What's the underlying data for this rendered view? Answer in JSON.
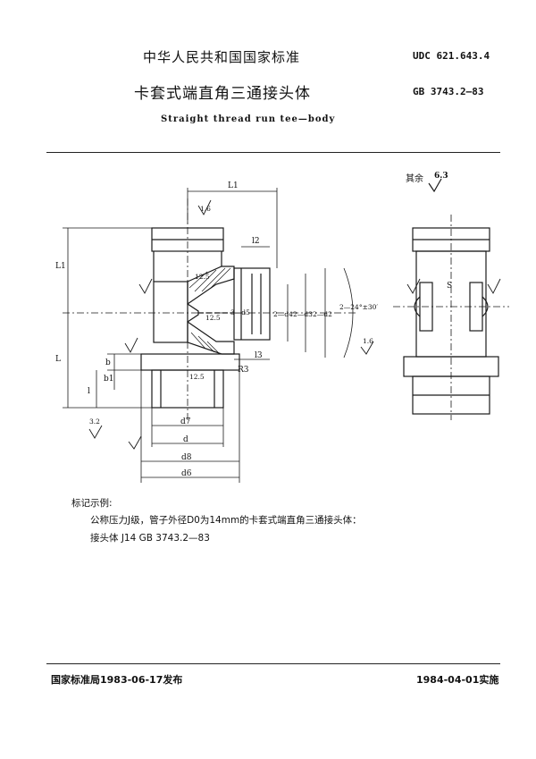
{
  "header": {
    "national_standard": "中华人民共和国国家标准",
    "udc": "UDC  621.643.4",
    "title_cn": "卡套式端直角三通接头体",
    "standard_no": "GB  3743.2—83",
    "title_en": "Straight thread run tee—body"
  },
  "roughness": {
    "label": "其余",
    "value": "6.3"
  },
  "drawing": {
    "labels": {
      "L1_top": "L1",
      "l2": "l2",
      "l3": "l3",
      "L1_side": "L1",
      "L": "L",
      "b": "b",
      "b1": "b1",
      "l": "l",
      "d7": "d7",
      "d": "d",
      "d8": "d8",
      "d6": "d6",
      "d5": "3—d5",
      "d4": "2—d4",
      "d3": "2—d3",
      "d2": "2—d2",
      "angle": "2—24°±30′",
      "R3": "R3",
      "S": "S",
      "r_12_5_a": "12.5",
      "r_12_5_b": "12.5",
      "r_12_5_c": "12.5",
      "r_1_6_a": "1.6",
      "r_1_6_b": "1.6",
      "r_3_2": "3.2"
    }
  },
  "marking": {
    "label": "标记示例:",
    "line1": "公称压力J级，管子外径D0为14mm的卡套式端直角三通接头体：",
    "line2": "接头体   J14   GB  3743.2—83"
  },
  "footer": {
    "issued": "国家标准局1983-06-17发布",
    "effective": "1984-04-01实施"
  }
}
